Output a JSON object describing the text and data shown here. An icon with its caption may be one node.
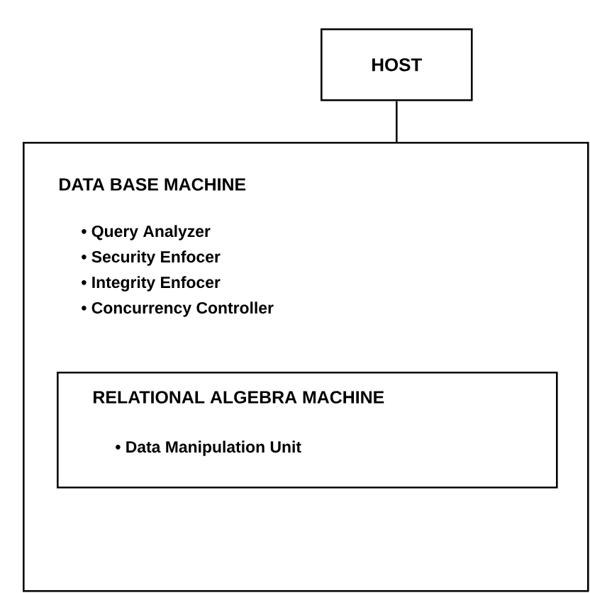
{
  "diagram": {
    "nodes": [
      {
        "text": [
          "HOST"
        ]
      },
      {
        "text": [
          "DATA BASE MACHINE",
          "• Query Analyzer",
          "• Security Enfocer",
          "• Integrity Enfocer",
          "• Concurrency Controller"
        ]
      },
      {
        "text": [
          "RELATIONAL ALGEBRA MACHINE",
          "• Data Manipulation Unit"
        ],
        "in": 1
      }
    ],
    "edges": [
      {
        "from": 0,
        "to": 1,
        "arrow": "none"
      }
    ]
  }
}
